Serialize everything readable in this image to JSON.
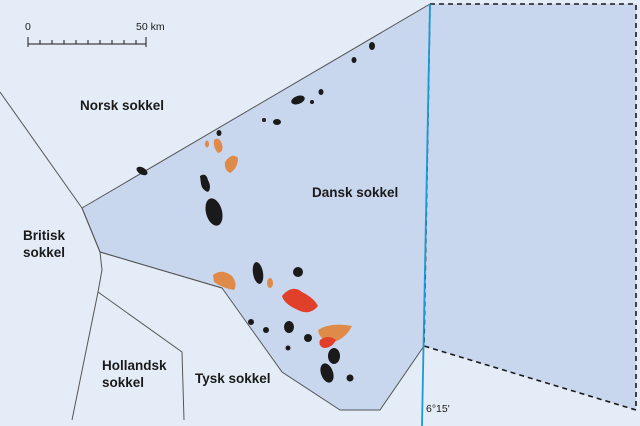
{
  "colors": {
    "background": "#e4ecf7",
    "danish_sector": "#c8d6ee",
    "boundary": "#555555",
    "meridian": "#1a9ad6",
    "field_black": "#1a1a1a",
    "field_orange": "#e08a4a",
    "field_red": "#e0402a"
  },
  "scale_bar": {
    "start_label": "0",
    "end_label": "50 km"
  },
  "labels": {
    "norsk": "Norsk sokkel",
    "dansk": "Dansk sokkel",
    "britisk_line1": "Britisk",
    "britisk_line2": "sokkel",
    "hollandsk_line1": "Hollandsk",
    "hollandsk_line2": "sokkel",
    "tysk": "Tysk sokkel"
  },
  "meridian_label": "6°15'"
}
